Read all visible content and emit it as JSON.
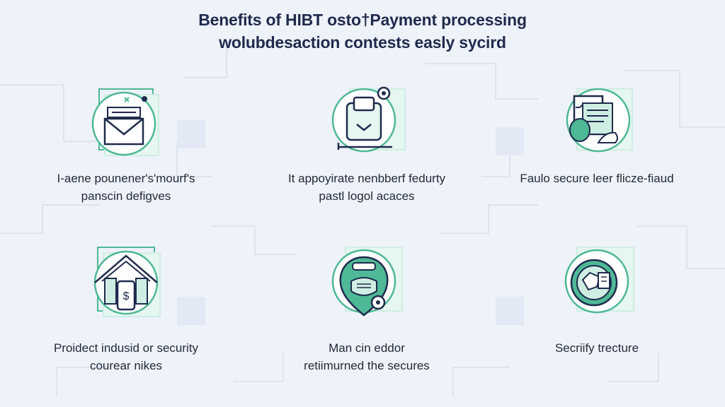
{
  "title": {
    "line1": "Benefits of HIBT osto†Payment processing",
    "line2": "wolubdesaction contests easly sycird"
  },
  "colors": {
    "accent": "#4fb896",
    "accent_light": "#cfeee3",
    "ink": "#1f2b4d",
    "background": "#eef2f9"
  },
  "cards": [
    {
      "icon": "envelope-card-icon",
      "line1": "I-aene pounener's'mourf's",
      "line2": "panscin defigves"
    },
    {
      "icon": "lock-document-icon",
      "line1": "It appoyirate nenbberf fedurty",
      "line2": "pastl logol acaces"
    },
    {
      "icon": "documents-shield-icon",
      "line1": "Faulo secure leer flicze-fiaud",
      "line2": ""
    },
    {
      "icon": "house-money-icon",
      "line1": "Proidect indusid or security",
      "line2": "courear nikes"
    },
    {
      "icon": "person-badge-icon",
      "line1": "Man cin eddor",
      "line2": "retiimurned the secures"
    },
    {
      "icon": "wallet-circle-icon",
      "line1": "Secriify trecture",
      "line2": ""
    }
  ]
}
